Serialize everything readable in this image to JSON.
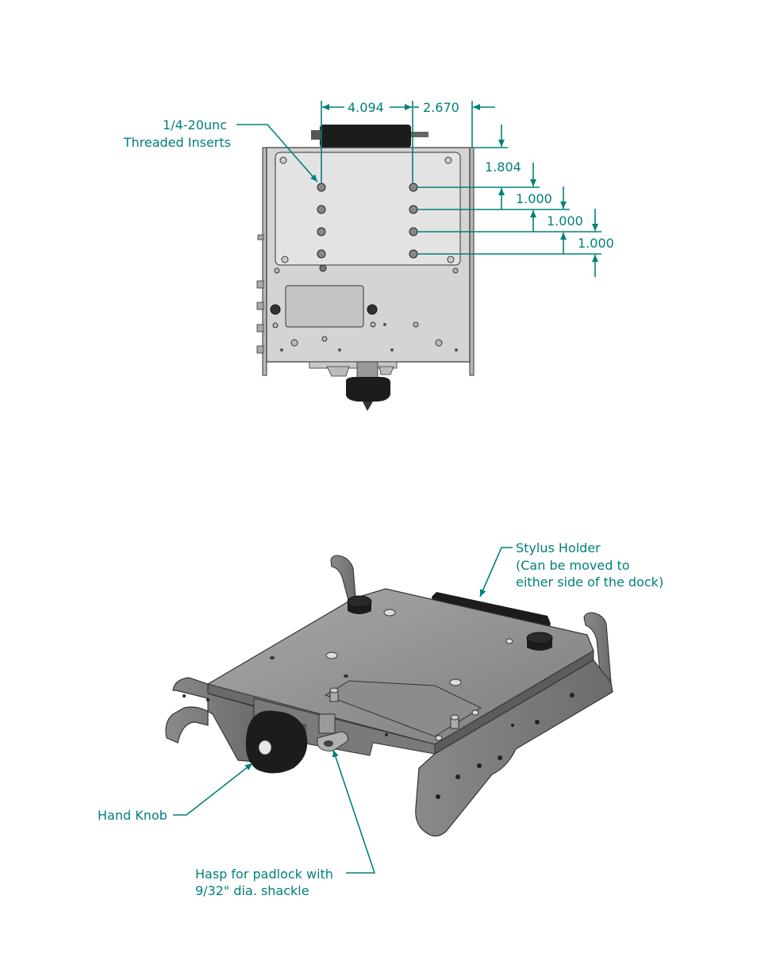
{
  "dimensions": {
    "horizontal": [
      "4.094",
      "2.670"
    ],
    "vertical": [
      "1.804",
      "1.000",
      "1.000",
      "1.000"
    ]
  },
  "callouts": {
    "threaded_inserts": [
      "1/4-20unc",
      "Threaded Inserts"
    ],
    "stylus_holder": [
      "Stylus Holder",
      "(Can be moved to",
      "either side of the dock)"
    ],
    "hand_knob": [
      "Hand Knob"
    ],
    "hasp": [
      "Hasp for padlock with",
      "9/32\" dia. shackle"
    ]
  },
  "colors": {
    "annotation": "#00807a",
    "plate": "#d4d4d4",
    "metal": "#9a9a9a",
    "dark": "#1c1c1c"
  }
}
